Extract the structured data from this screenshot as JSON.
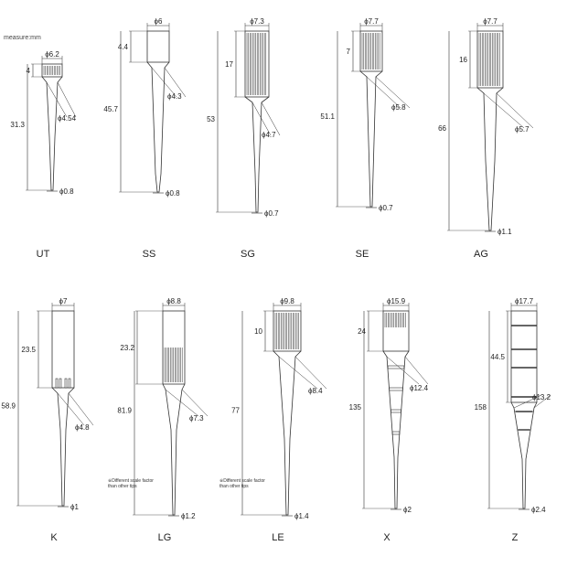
{
  "measure_label": "measure:mm",
  "note_text": [
    "※Different scale factor",
    "than other tips"
  ],
  "tips": [
    {
      "name": "UT",
      "top_dia": "ϕ6.2",
      "top_len": "4",
      "total_len": "31.3",
      "mid_dia": "ϕ4.54",
      "end_dia": "ϕ0.8"
    },
    {
      "name": "SS",
      "top_dia": "ϕ6",
      "top_len": "4.4",
      "total_len": "45.7",
      "mid_dia": "ϕ4.3",
      "end_dia": "ϕ0.8"
    },
    {
      "name": "SG",
      "top_dia": "ϕ7.3",
      "top_len": "17",
      "total_len": "53",
      "mid_dia": "ϕ4.7",
      "end_dia": "ϕ0.7"
    },
    {
      "name": "SE",
      "top_dia": "ϕ7.7",
      "top_len": "7",
      "total_len": "51.1",
      "mid_dia": "ϕ5.8",
      "end_dia": "ϕ0.7"
    },
    {
      "name": "AG",
      "top_dia": "ϕ7.7",
      "top_len": "16",
      "total_len": "66",
      "mid_dia": "ϕ5.7",
      "end_dia": "ϕ1.1"
    },
    {
      "name": "K",
      "top_dia": "ϕ7",
      "top_len": "23.5",
      "total_len": "58.9",
      "mid_dia": "ϕ4.8",
      "end_dia": "ϕ1"
    },
    {
      "name": "LG",
      "top_dia": "ϕ8.8",
      "top_len": "23.2",
      "total_len": "81.9",
      "mid_dia": "ϕ7.3",
      "end_dia": "ϕ1.2"
    },
    {
      "name": "LE",
      "top_dia": "ϕ9.8",
      "top_len": "10",
      "total_len": "77",
      "mid_dia": "ϕ8.4",
      "end_dia": "ϕ1.4"
    },
    {
      "name": "X",
      "top_dia": "ϕ15.9",
      "top_len": "24",
      "total_len": "135",
      "mid_dia": "ϕ12.4",
      "end_dia": "ϕ2"
    },
    {
      "name": "Z",
      "top_dia": "ϕ17.7",
      "top_len": "44.5",
      "total_len": "158",
      "mid_dia": "ϕ13.2",
      "end_dia": "ϕ2.4"
    }
  ]
}
